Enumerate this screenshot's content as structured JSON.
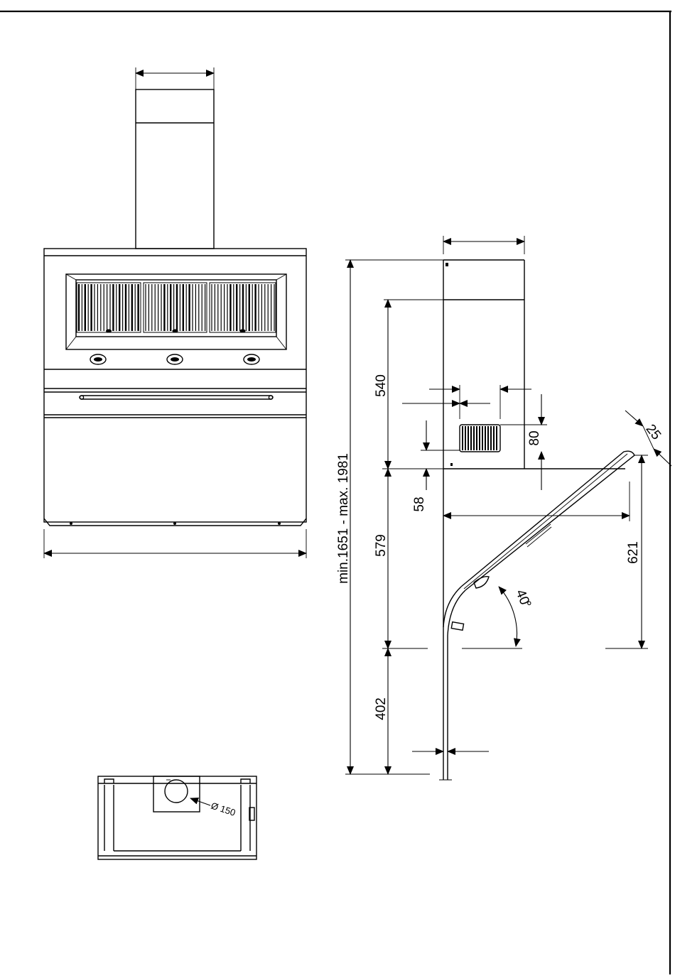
{
  "drawing": {
    "side_view": {
      "dimensions": {
        "total_height": "min.1651 - max. 1981",
        "chimney_lower": "540",
        "hood_height": "579",
        "bottom_clearance": "402",
        "vent_offset": "58",
        "vent_height": "80",
        "glass_thickness": "25",
        "glass_height": "621",
        "glass_angle": "40",
        "glass_angle_unit": "°"
      }
    },
    "top_view": {
      "outlet_diameter": "Ø 150"
    }
  }
}
